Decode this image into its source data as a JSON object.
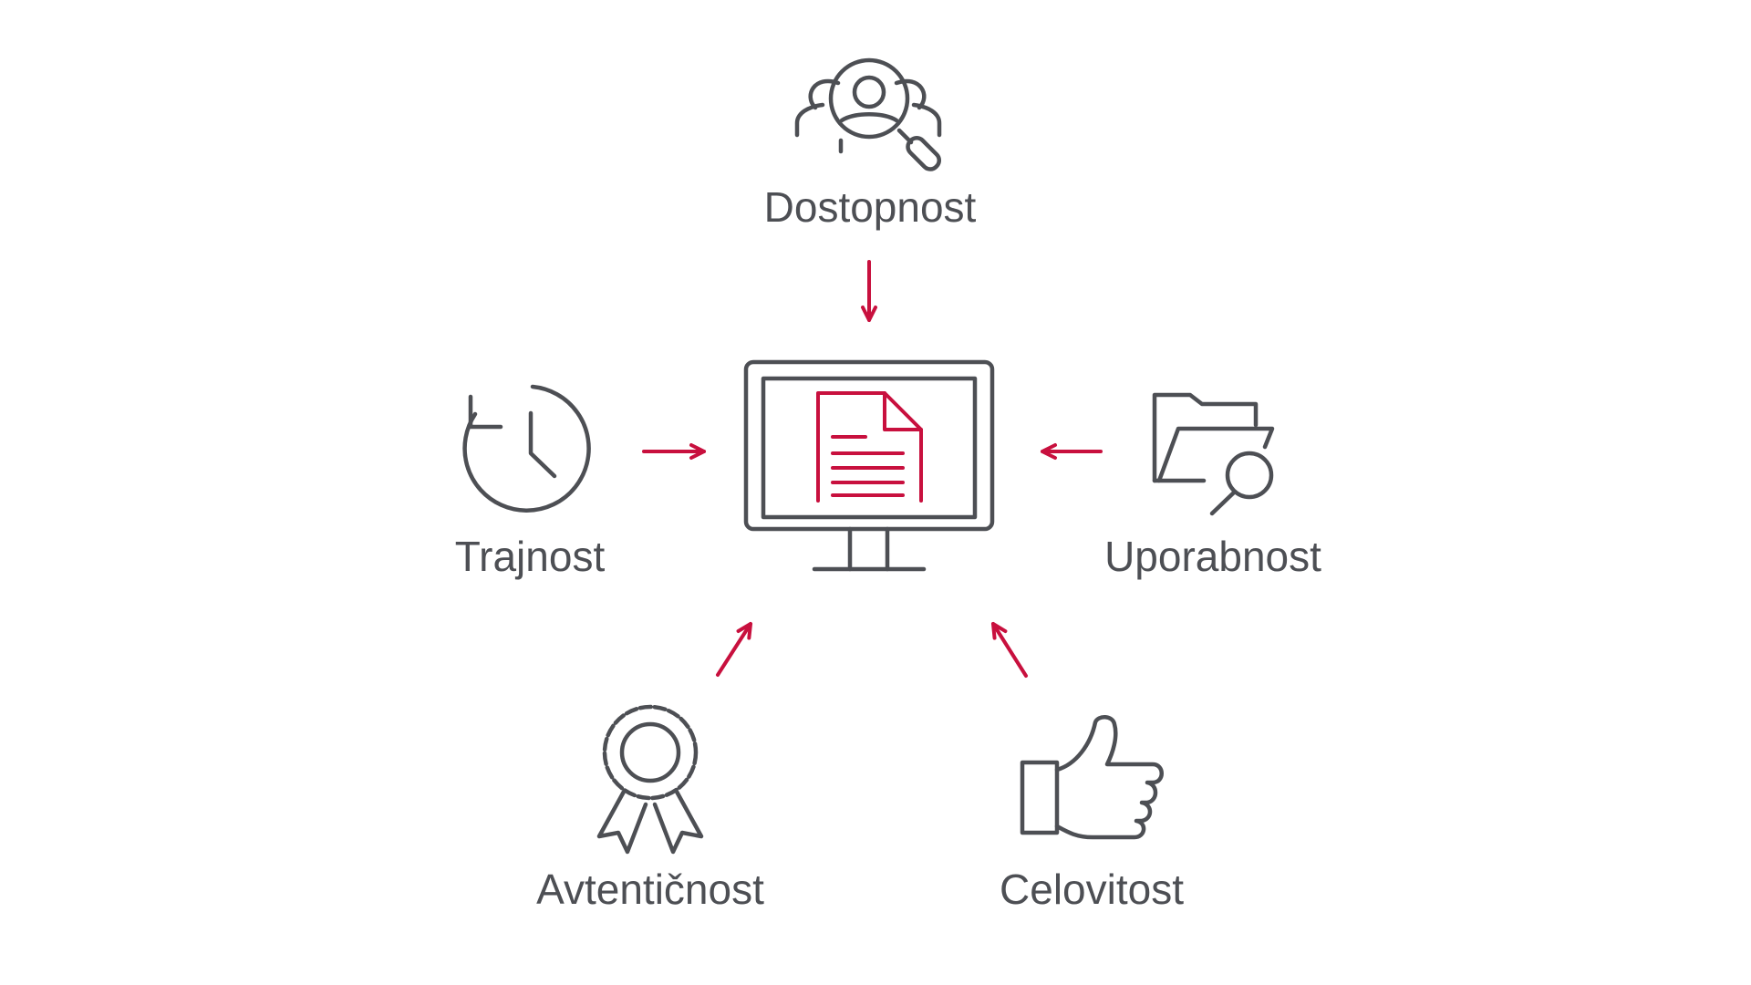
{
  "colors": {
    "icon": "#4d4f54",
    "accent": "#c8103e",
    "background": "#ffffff"
  },
  "center": {
    "icon": "monitor-document-icon"
  },
  "nodes": [
    {
      "key": "top",
      "label": "Dostopnost",
      "icon": "user-search-icon"
    },
    {
      "key": "left",
      "label": "Trajnost",
      "icon": "clock-history-icon"
    },
    {
      "key": "right",
      "label": "Uporabnost",
      "icon": "folder-search-icon"
    },
    {
      "key": "bottom-left",
      "label": "Avtentičnost",
      "icon": "award-ribbon-icon"
    },
    {
      "key": "bottom-right",
      "label": "Celovitost",
      "icon": "thumbs-up-icon"
    }
  ]
}
